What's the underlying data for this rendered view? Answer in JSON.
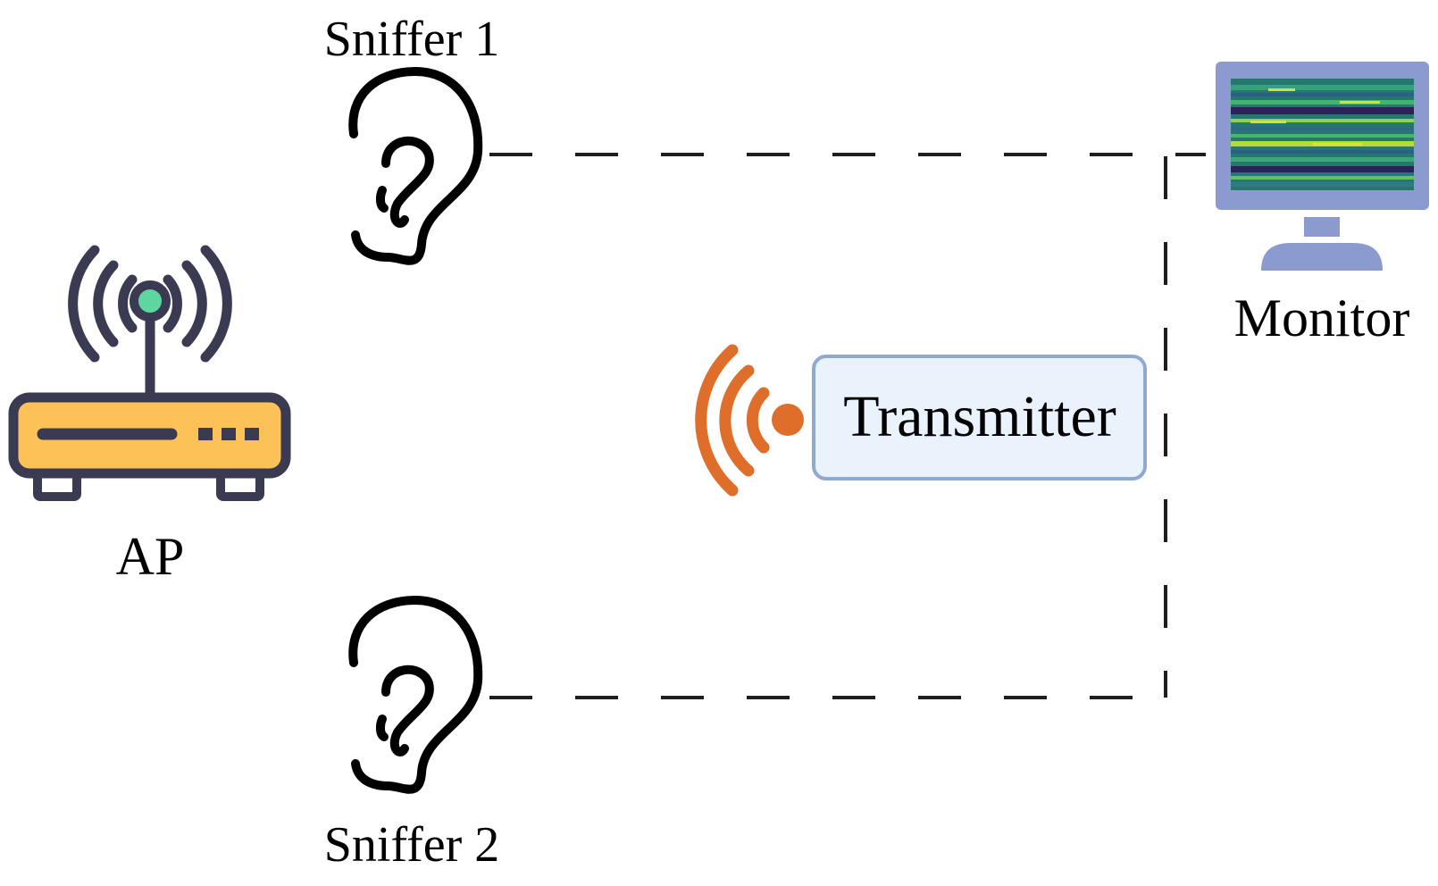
{
  "labels": {
    "sniffer1": "Sniffer 1",
    "sniffer2": "Sniffer 2",
    "ap": "AP",
    "monitor": "Monitor",
    "transmitter": "Transmitter"
  },
  "colors": {
    "router_body": "#FDC257",
    "router_outline": "#3A3A52",
    "router_led": "#5ED6A0",
    "signal_orange": "#DE6E2A",
    "transmitter_fill": "#EAF2FB",
    "transmitter_stroke": "#8FA9D2",
    "monitor_frame": "#8B9BCF",
    "ear_stroke": "#000000",
    "dash_line": "#1E1E1E"
  },
  "icons": [
    "router-icon",
    "ear-icon",
    "wireless-signal-icon",
    "monitor-icon"
  ]
}
